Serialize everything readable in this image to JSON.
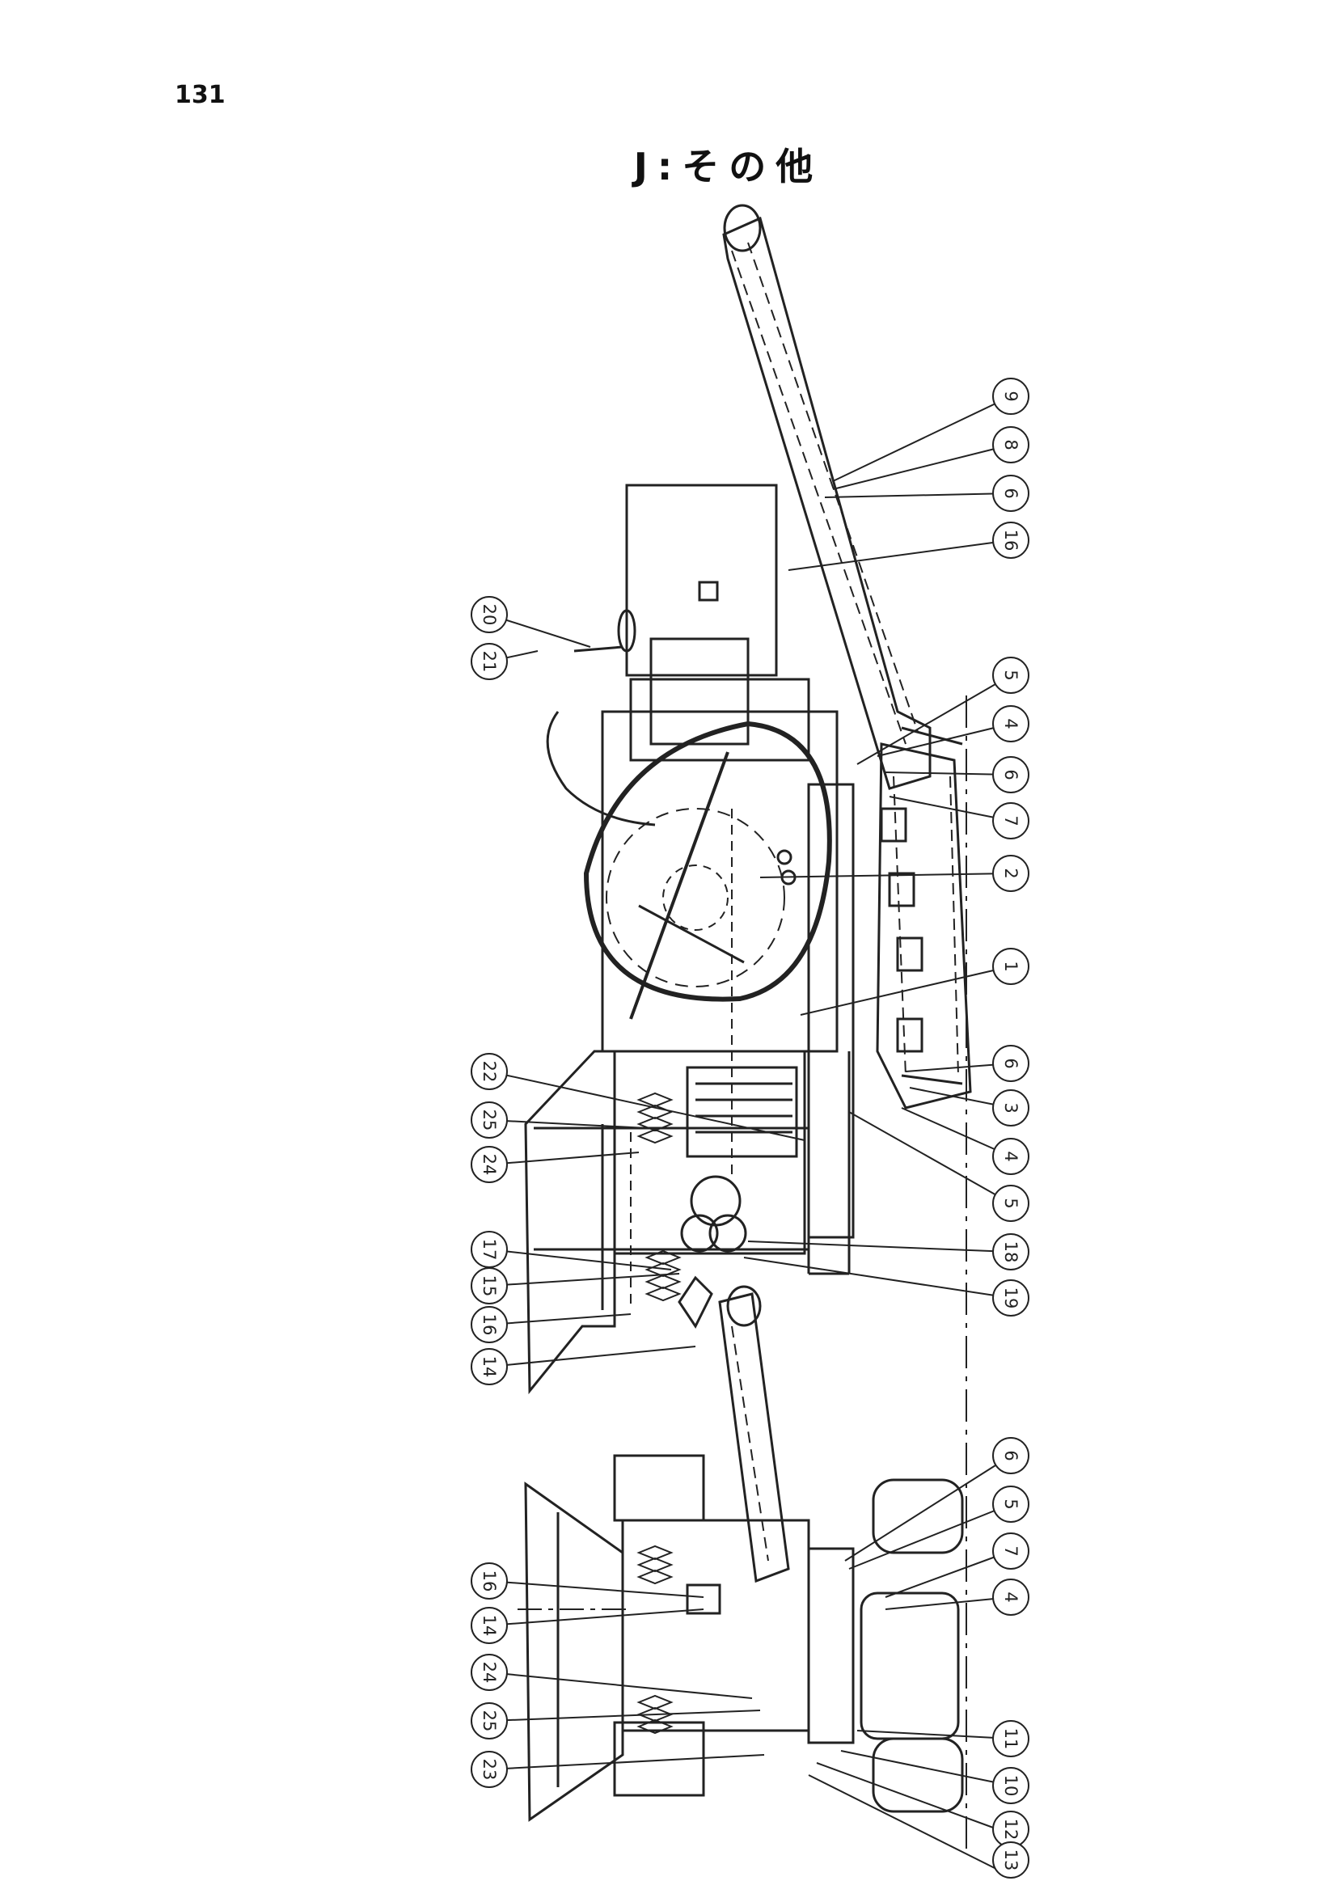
{
  "page": {
    "number": "131",
    "title": "J:その他"
  },
  "side_view": {
    "callouts": [
      {
        "id": "c9a",
        "label": "9"
      },
      {
        "id": "c8a",
        "label": "8"
      },
      {
        "id": "c6a",
        "label": "6"
      },
      {
        "id": "c16a",
        "label": "16"
      },
      {
        "id": "c5a",
        "label": "5"
      },
      {
        "id": "c4a",
        "label": "4"
      },
      {
        "id": "c6b",
        "label": "6"
      },
      {
        "id": "c7a",
        "label": "7"
      },
      {
        "id": "c2",
        "label": "2"
      },
      {
        "id": "c1",
        "label": "1"
      },
      {
        "id": "c6c",
        "label": "6"
      },
      {
        "id": "c3",
        "label": "3"
      },
      {
        "id": "c4b",
        "label": "4"
      },
      {
        "id": "c5b",
        "label": "5"
      },
      {
        "id": "c18",
        "label": "18"
      },
      {
        "id": "c19",
        "label": "19"
      },
      {
        "id": "c20",
        "label": "20"
      },
      {
        "id": "c21",
        "label": "21"
      },
      {
        "id": "c22",
        "label": "22"
      },
      {
        "id": "c25a",
        "label": "25"
      },
      {
        "id": "c24a",
        "label": "24"
      },
      {
        "id": "c17",
        "label": "17"
      },
      {
        "id": "c15",
        "label": "15"
      },
      {
        "id": "c16b",
        "label": "16"
      },
      {
        "id": "c14a",
        "label": "14"
      }
    ]
  },
  "front_view": {
    "callouts": [
      {
        "id": "c6d",
        "label": "6"
      },
      {
        "id": "c5c",
        "label": "5"
      },
      {
        "id": "c7b",
        "label": "7"
      },
      {
        "id": "c4c",
        "label": "4"
      },
      {
        "id": "c11",
        "label": "11"
      },
      {
        "id": "c10",
        "label": "10"
      },
      {
        "id": "c12",
        "label": "12"
      },
      {
        "id": "c13",
        "label": "13"
      },
      {
        "id": "c16c",
        "label": "16"
      },
      {
        "id": "c14b",
        "label": "14"
      },
      {
        "id": "c24b",
        "label": "24"
      },
      {
        "id": "c25b",
        "label": "25"
      },
      {
        "id": "c23",
        "label": "23"
      }
    ]
  }
}
